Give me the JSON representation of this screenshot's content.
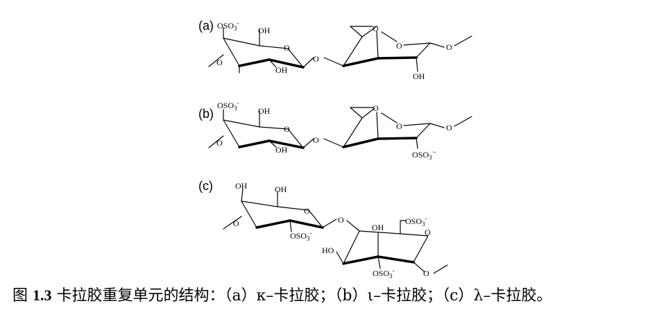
{
  "figure": {
    "panels": [
      {
        "label": "(a)"
      },
      {
        "label": "(b)"
      },
      {
        "label": "(c)"
      }
    ],
    "atoms": {
      "O": "O",
      "OH": "OH",
      "HO": "HO",
      "OSO3": "OSO",
      "sub3": "3",
      "minus": "-",
      "minus_b": "·-"
    }
  },
  "caption": {
    "prefix": "图 ",
    "number": "1.3",
    "text": "  卡拉胶重复单元的结构：（a）κ–卡拉胶；（b）ι–卡拉胶；（c）λ–卡拉胶。"
  }
}
